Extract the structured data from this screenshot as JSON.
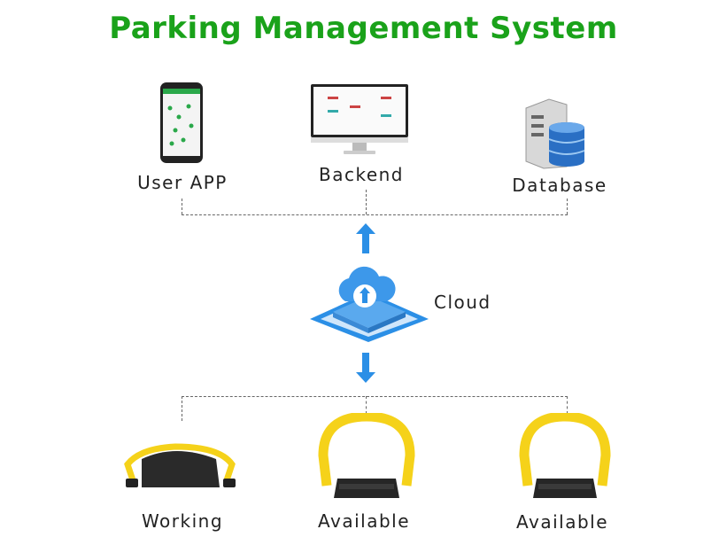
{
  "title": "Parking Management System",
  "nodes": {
    "app": "User APP",
    "backend": "Backend",
    "database": "Database",
    "cloud": "Cloud"
  },
  "locks": [
    {
      "label": "Working",
      "state": "down"
    },
    {
      "label": "Available",
      "state": "up"
    },
    {
      "label": "Available",
      "state": "up"
    }
  ],
  "colors": {
    "title": "#1aa21a",
    "cloud": "#2b8fe6",
    "lock_arm": "#f5d21a",
    "lock_body": "#222222"
  }
}
